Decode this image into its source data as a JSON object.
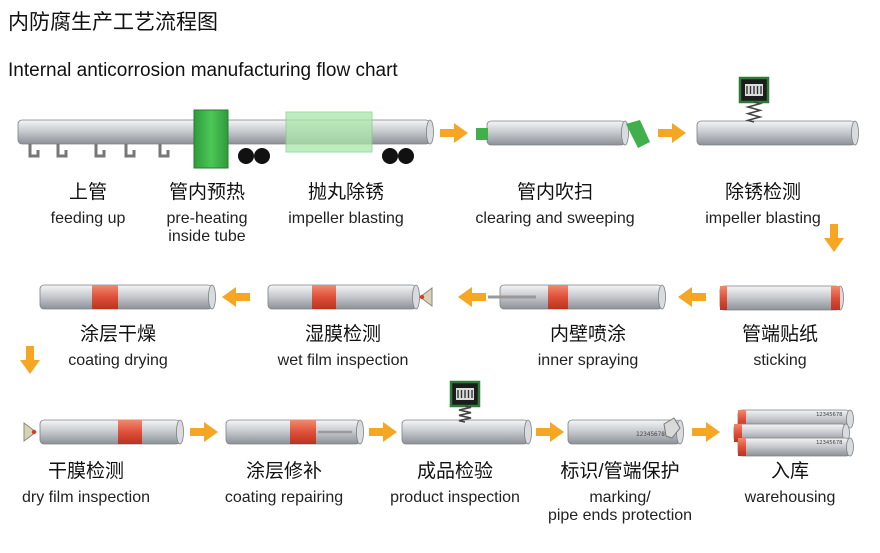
{
  "title_zh": "内防腐生产工艺流程图",
  "title_en": "Internal anticorrosion manufacturing flow chart",
  "colors": {
    "pipe_light": "#f4f5f6",
    "pipe_mid": "#c9ccd0",
    "pipe_dark": "#8d9298",
    "coating": "#e0503a",
    "arrow": "#f5a623",
    "green": "#3fb04a",
    "green_light": "#a9e6a9",
    "wheel": "#111111",
    "meter": "#2d7a3a"
  },
  "steps": [
    {
      "zh": "上管",
      "en": [
        "feeding up"
      ]
    },
    {
      "zh": "管内预热",
      "en": [
        "pre-heating",
        "inside tube"
      ]
    },
    {
      "zh": "抛丸除锈",
      "en": [
        "impeller blasting"
      ]
    },
    {
      "zh": "管内吹扫",
      "en": [
        "clearing and sweeping"
      ]
    },
    {
      "zh": "除锈检测",
      "en": [
        "impeller blasting"
      ]
    },
    {
      "zh": "管端贴纸",
      "en": [
        "sticking"
      ]
    },
    {
      "zh": "内壁喷涂",
      "en": [
        "inner spraying"
      ]
    },
    {
      "zh": "湿膜检测",
      "en": [
        "wet film inspection"
      ]
    },
    {
      "zh": "涂层干燥",
      "en": [
        "coating drying"
      ]
    },
    {
      "zh": "干膜检测",
      "en": [
        "dry film inspection"
      ]
    },
    {
      "zh": "涂层修补",
      "en": [
        "coating repairing"
      ]
    },
    {
      "zh": "成品检验",
      "en": [
        "product inspection"
      ]
    },
    {
      "zh": "标识/管端保护",
      "en": [
        "marking/",
        "pipe ends protection"
      ]
    },
    {
      "zh": "入库",
      "en": [
        "warehousing"
      ]
    }
  ],
  "marking_code": "12345678"
}
